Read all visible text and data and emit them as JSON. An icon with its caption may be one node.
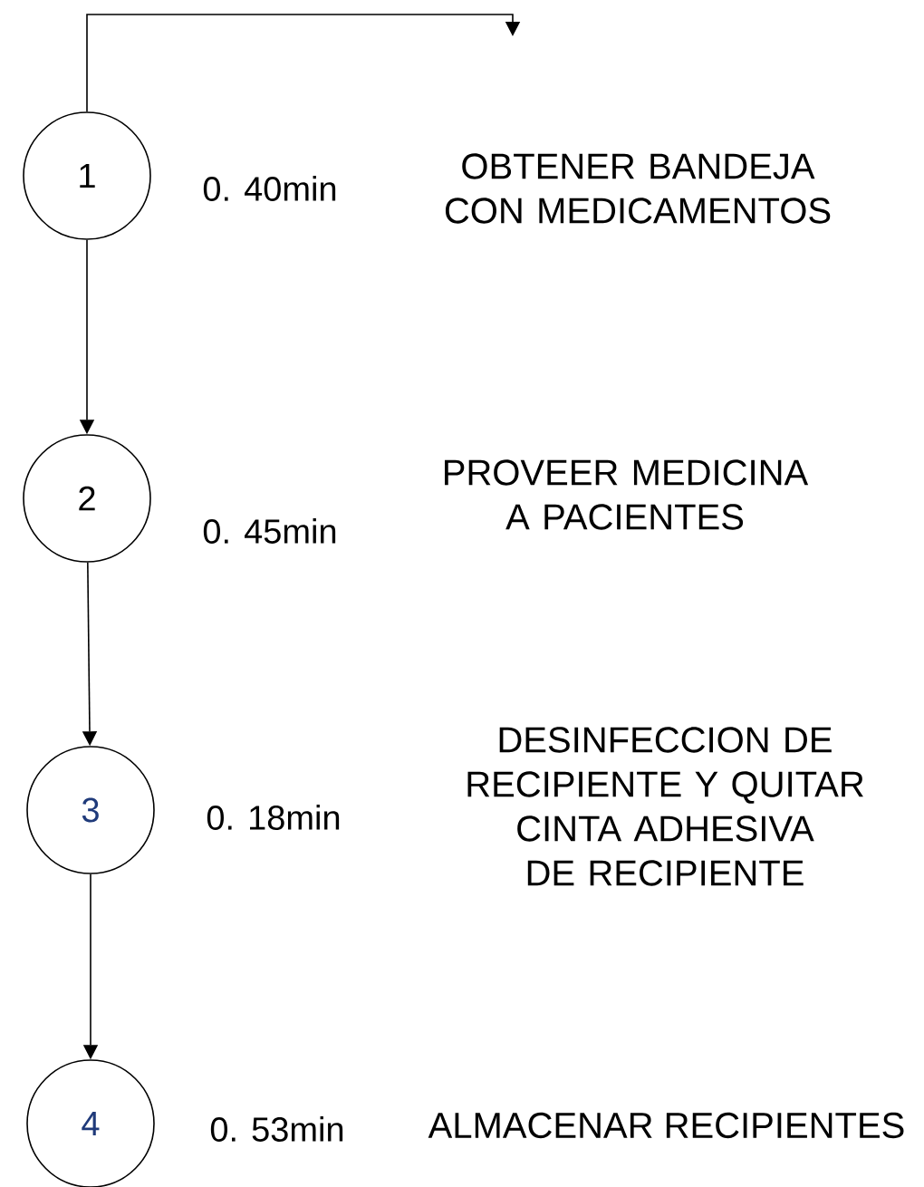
{
  "diagram": {
    "nodes": [
      {
        "text": [
          "1"
        ],
        "beside": [
          "0. 40min"
        ]
      },
      {
        "text": [
          "2"
        ],
        "beside": [
          "0. 45min"
        ]
      },
      {
        "text": [
          "3"
        ],
        "beside": [
          "0. 18min"
        ]
      },
      {
        "text": [
          "4"
        ],
        "beside": [
          "0. 53min"
        ]
      }
    ],
    "edges": [
      {
        "from": 0,
        "to": null,
        "arrow": "to"
      },
      {
        "from": 0,
        "to": 1,
        "arrow": "to"
      },
      {
        "from": 1,
        "to": 2,
        "arrow": "to"
      },
      {
        "from": 2,
        "to": 3,
        "arrow": "to"
      }
    ],
    "labels": [
      "OBTENER BANDEJA CON MEDICAMENTOS",
      "PROVEER MEDICINA A PACIENTES",
      "DESINFECCION DE RECIPIENTE Y QUITAR CINTA ADHESIVA DE RECIPIENTE",
      "ALMACENAR RECIPIENTES"
    ]
  }
}
